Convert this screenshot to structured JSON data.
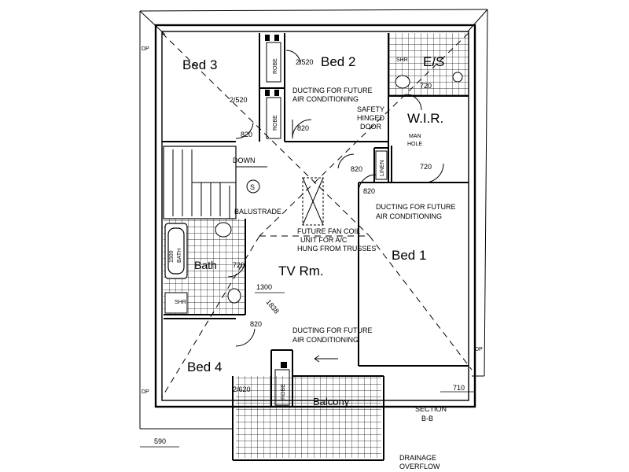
{
  "rooms": {
    "bed1": "Bed 1",
    "bed2": "Bed 2",
    "bed3": "Bed 3",
    "bed4": "Bed 4",
    "tv": "TV Rm.",
    "bath": "Bath",
    "wir": "W.I.R.",
    "es": "E/S",
    "balcony": "Balcony"
  },
  "notes": {
    "ducting_line1": "DUCTING FOR FUTURE",
    "ducting_line2": "AIR CONDITIONING",
    "safety1": "SAFETY",
    "safety2": "HINGED",
    "safety3": "DOOR",
    "fan1": "FUTURE FAN COIL",
    "fan2": "UNIT FOR A/C",
    "fan3": "HUNG FROM TRUSSES",
    "down": "DOWN",
    "balustrade": "BALUSTRADE",
    "smoke": "S",
    "manhole1": "MAN",
    "manhole2": "HOLE",
    "linen": "LINEN",
    "robe": "ROBE",
    "shr": "SHR",
    "bath_size": "1500",
    "bath_label": "BATH",
    "section1": "SECTION",
    "section2": "B-B",
    "drainage1": "DRAINAGE",
    "drainage2": "OVERFLOW",
    "dp": "DP"
  },
  "dims": {
    "d520": "2/520",
    "d820": "820",
    "d720": "720",
    "d620": "2/620",
    "d1300": "1300",
    "d1838": "1838",
    "d710": "710",
    "d590": "590"
  }
}
